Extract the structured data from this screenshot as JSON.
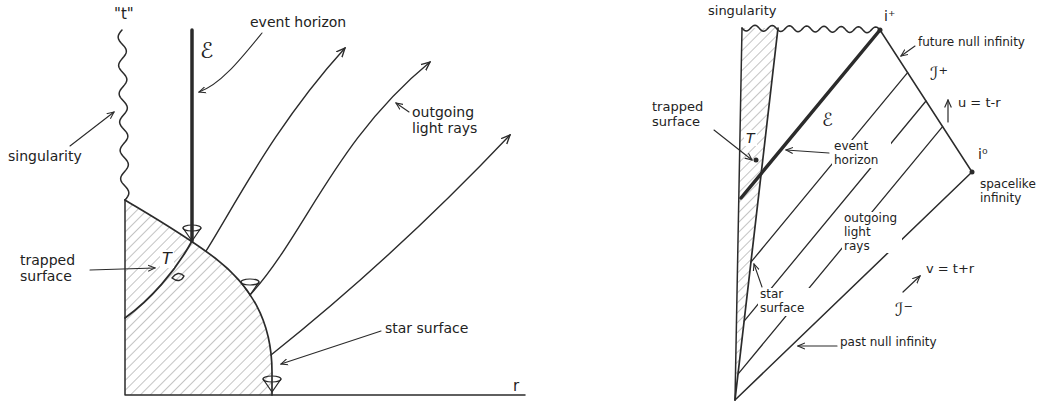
{
  "diagram": {
    "labels": [
      "\"t\"",
      "singularity",
      "ℰ",
      "event horizon",
      "outgoing light rays",
      "trapped surface",
      "T",
      "star surface",
      "r",
      "singularity",
      "i⁺",
      "future null infinity",
      "ℐ⁺",
      "u = t-r",
      "i⁰",
      "spacelike infinity",
      "trapped surface",
      "T",
      "ℰ",
      "event horizon",
      "outgoing light rays",
      "star surface",
      "v = t+r",
      "ℐ⁻",
      "past null infinity"
    ]
  }
}
